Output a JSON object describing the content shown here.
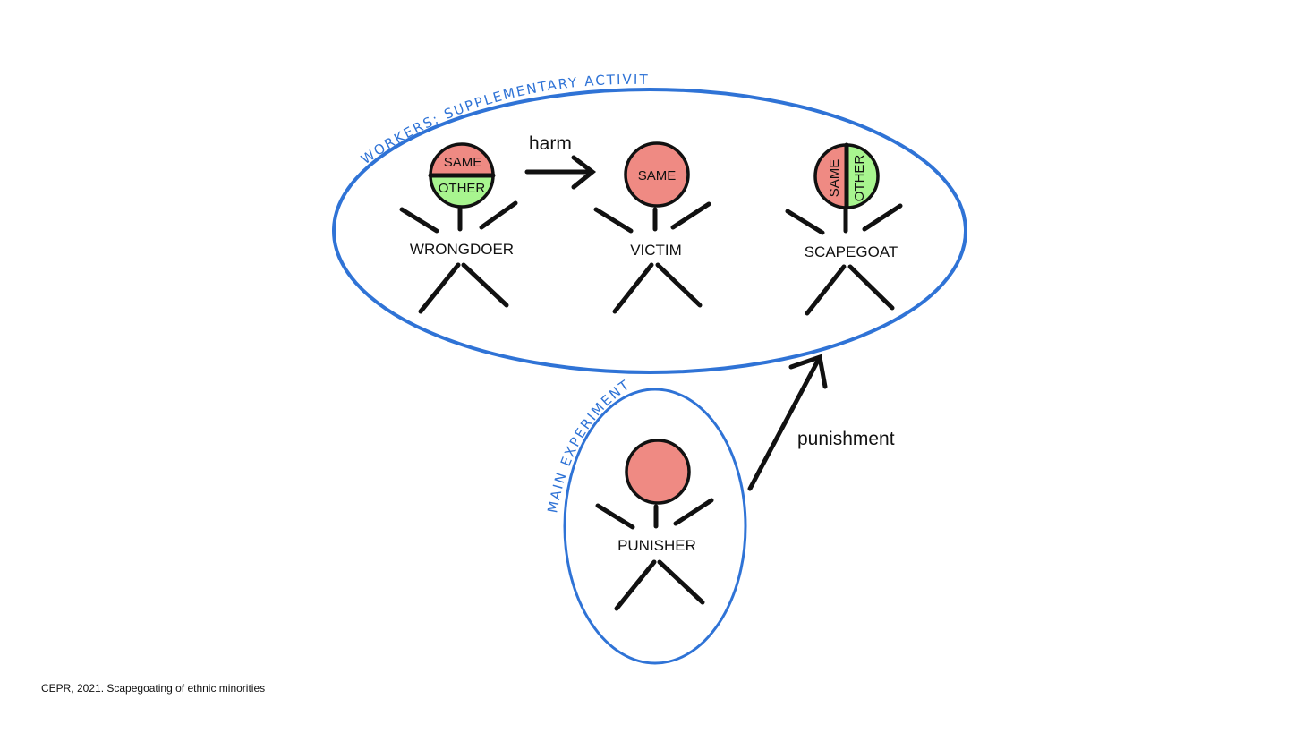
{
  "colors": {
    "same_group": "#ef8a83",
    "other_group": "#a8f58f",
    "ellipse_stroke": "#2f73d6",
    "ink": "#111111"
  },
  "groups": {
    "workers_label": "WORKERS: SUPPLEMENTARY ACTIVITY",
    "main_label": "MAIN EXPERIMENT"
  },
  "figures": {
    "wrongdoer": {
      "role": "WRONGDOER",
      "head_top": "SAME",
      "head_bottom": "OTHER"
    },
    "victim": {
      "role": "VICTIM",
      "head": "SAME"
    },
    "scapegoat": {
      "role": "SCAPEGOAT",
      "head_left": "SAME",
      "head_right": "OTHER"
    },
    "punisher": {
      "role": "PUNISHER"
    }
  },
  "edges": {
    "harm": "harm",
    "punishment": "punishment"
  },
  "footer": {
    "citation": "CEPR, 2021. Scapegoating of ethnic minorities"
  }
}
